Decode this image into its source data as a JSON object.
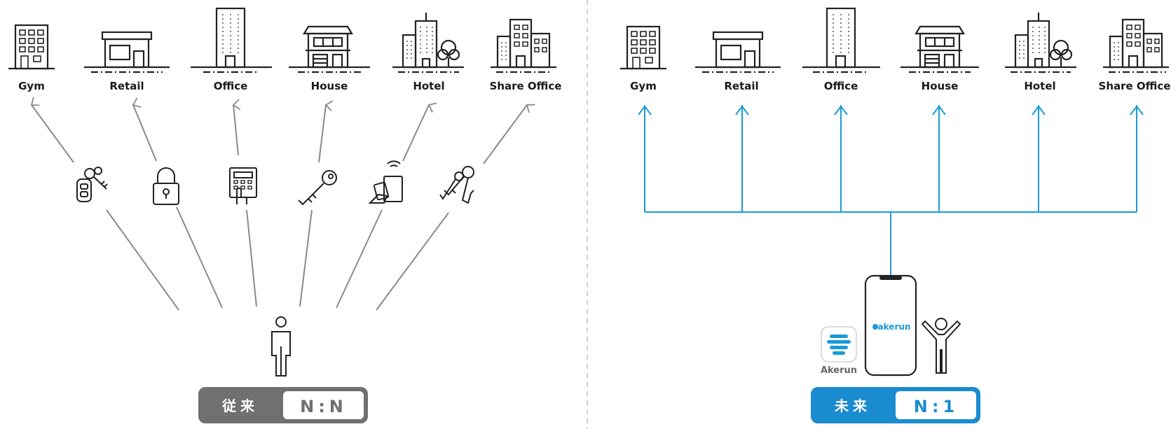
{
  "labels": [
    "Gym",
    "Retail",
    "Office",
    "House",
    "Hotel",
    "Share Office"
  ],
  "left_panel": {
    "badge_left": "従来",
    "badge_right": "N:N",
    "badge_color": "#707070",
    "line_color": "#8a8a8a",
    "key_icons": [
      "car-key-icon",
      "padlock-icon",
      "keypad-icon",
      "key-icon",
      "card-reader-icon",
      "key-ring-icon"
    ]
  },
  "right_panel": {
    "badge_left": "未来",
    "badge_right": "N:1",
    "badge_color": "#1a8ccf",
    "line_color": "#1a9bd7",
    "app_label": "Akerun",
    "phone_logo": "akerun"
  },
  "building_icons": [
    "gym-building-icon",
    "retail-store-icon",
    "office-tower-icon",
    "house-icon",
    "hotel-icon",
    "share-office-icon"
  ]
}
